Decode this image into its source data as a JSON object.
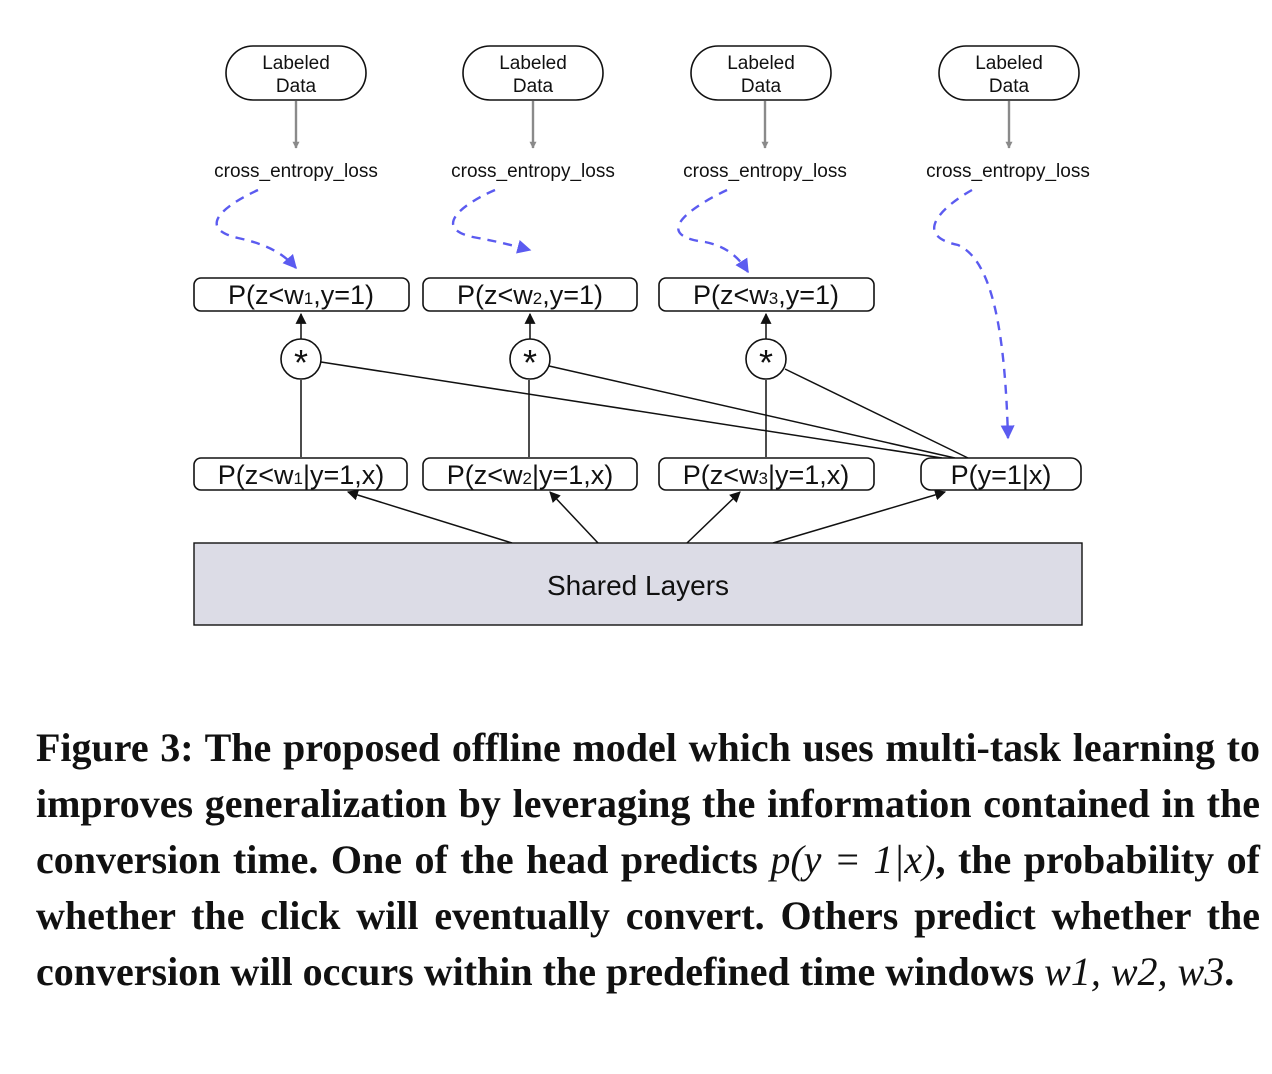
{
  "labeled_data": [
    {
      "line1": "Labeled",
      "line2": "Data"
    },
    {
      "line1": "Labeled",
      "line2": "Data"
    },
    {
      "line1": "Labeled",
      "line2": "Data"
    },
    {
      "line1": "Labeled",
      "line2": "Data"
    }
  ],
  "losses": [
    "cross_entropy_loss",
    "cross_entropy_loss",
    "cross_entropy_loss",
    "cross_entropy_loss"
  ],
  "joint_heads": [
    {
      "pre": "P(z<w",
      "sub": "1",
      "post": ",y=1)"
    },
    {
      "pre": "P(z<w",
      "sub": "2",
      "post": ",y=1)"
    },
    {
      "pre": "P(z<w",
      "sub": "3",
      "post": ",y=1)"
    }
  ],
  "multiply_symbol": "*",
  "cond_heads": [
    {
      "pre": "P(z<w",
      "sub": "1",
      "post": "|y=1,x)"
    },
    {
      "pre": "P(z<w",
      "sub": "2",
      "post": "|y=1,x)"
    },
    {
      "pre": "P(z<w",
      "sub": "3",
      "post": "|y=1,x)"
    }
  ],
  "conversion_head": "P(y=1|x)",
  "shared_layers": "Shared Layers",
  "caption": {
    "part1": "Figure 3: The proposed offline model which uses multi-task learning to improves generalization by leveraging the information contained in the conversion time. One of the head predicts ",
    "math1": "p(y = 1|x)",
    "part2": ", the probability of whether the click will eventually convert. Others predict whether the conversion will occurs within the predefined time windows ",
    "math2": "w1, w2, w3",
    "part3": "."
  },
  "colors": {
    "arrow_gray": "#8a8a8a",
    "dashed_blue": "#5b5bf0",
    "shared_fill": "#dcdce6",
    "stroke": "#111111"
  }
}
